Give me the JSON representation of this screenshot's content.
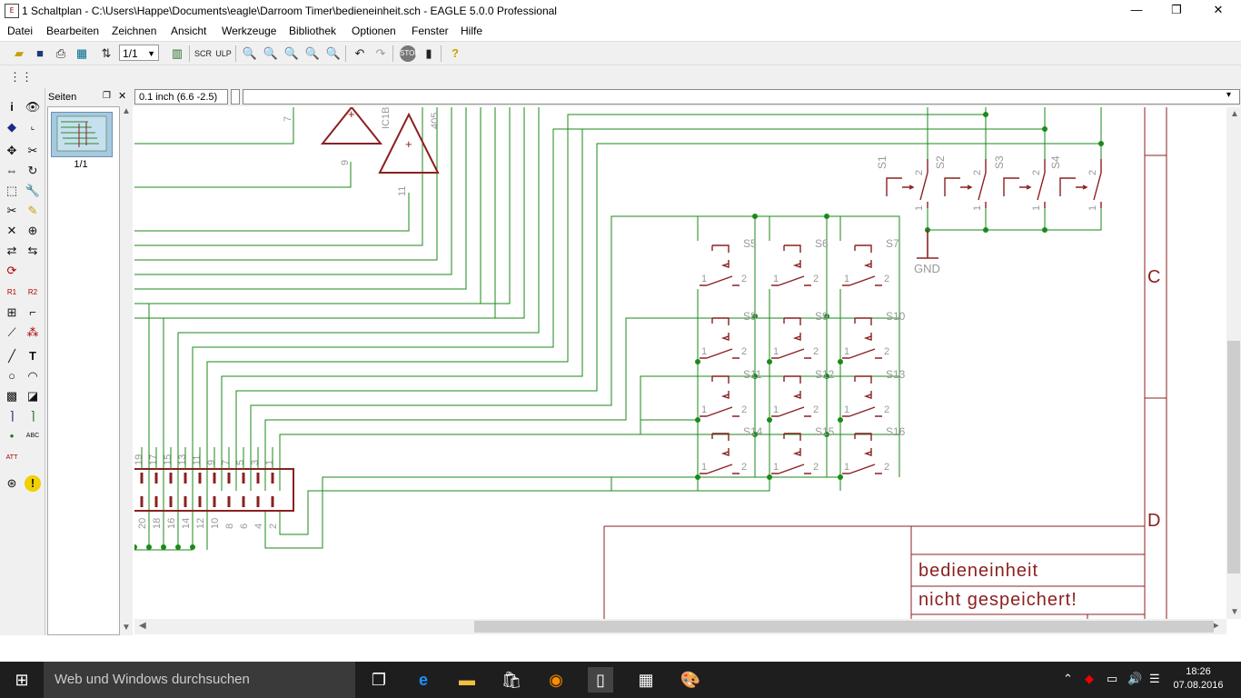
{
  "window": {
    "title": "1 Schaltplan - C:\\Users\\Happe\\Documents\\eagle\\Darroom Timer\\bedieneinheit.sch - EAGLE 5.0.0 Professional",
    "minimize": "—",
    "maximize": "❐",
    "close": "✕"
  },
  "menu": {
    "items": [
      "Datei",
      "Bearbeiten",
      "Zeichnen",
      "Ansicht",
      "Werkzeuge",
      "Bibliothek",
      "Optionen",
      "Fenster",
      "Hilfe"
    ]
  },
  "toolbar": {
    "zoom_select": "1/1"
  },
  "command": {
    "coordinate": "0.1 inch (6.6 -2.5)",
    "input": ""
  },
  "pages": {
    "header": "Seiten",
    "page_label": "1/1"
  },
  "schematic": {
    "switch_labels": [
      "S1",
      "S2",
      "S3",
      "S4",
      "S5",
      "S6",
      "S7",
      "S8",
      "S9",
      "S10",
      "S11",
      "S12",
      "S13",
      "S14",
      "S15",
      "S16"
    ],
    "gnd_label": "GND",
    "ic_labels": [
      "IC1B",
      "405"
    ],
    "pin_labels": [
      "7",
      "9",
      "11"
    ],
    "connector_top_pins": [
      "19",
      "17",
      "15",
      "13",
      "11",
      "9",
      "7",
      "5",
      "3",
      "1"
    ],
    "connector_bottom_pins": [
      "20",
      "18",
      "16",
      "14",
      "12",
      "10",
      "8",
      "6",
      "4",
      "2"
    ],
    "frame_row_c": "C",
    "frame_row_d": "D",
    "title_block_name": "bedieneinheit",
    "title_block_status": "nicht gespeichert!",
    "switch_pin_1": "1",
    "switch_pin_2": "2",
    "op_plus": "+"
  },
  "taskbar": {
    "search_placeholder": "Web und Windows durchsuchen",
    "time": "18:26",
    "date": "07.08.2016"
  },
  "colors": {
    "net": "#1a8a1a",
    "symbol": "#8b2020",
    "frame": "#8b2020"
  }
}
